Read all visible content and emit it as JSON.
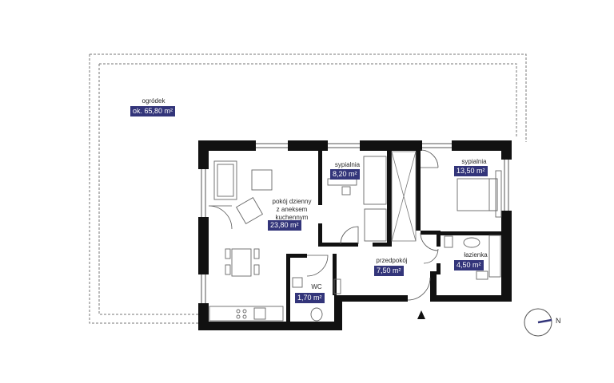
{
  "rooms": [
    {
      "id": "garden",
      "name": "ogródek",
      "area": "ok. 65,80 m²"
    },
    {
      "id": "living",
      "name_lines": [
        "pokój dzienny",
        "z aneksem",
        "kuchennym"
      ],
      "area": "23,80 m²"
    },
    {
      "id": "bedroom1",
      "name": "sypialnia",
      "area": "8,20 m²"
    },
    {
      "id": "bedroom2",
      "name": "sypialnia",
      "area": "13,50 m²"
    },
    {
      "id": "hall",
      "name": "przedpokój",
      "area": "7,50 m²"
    },
    {
      "id": "bathroom",
      "name": "łazienka",
      "area": "4,50 m²"
    },
    {
      "id": "wc",
      "name": "WC",
      "area": "1,70 m²"
    }
  ],
  "compass": {
    "label": "N"
  },
  "colors": {
    "wall": "#111111",
    "badge": "#33357a",
    "line": "#555555",
    "compass_needle": "#33357a"
  }
}
